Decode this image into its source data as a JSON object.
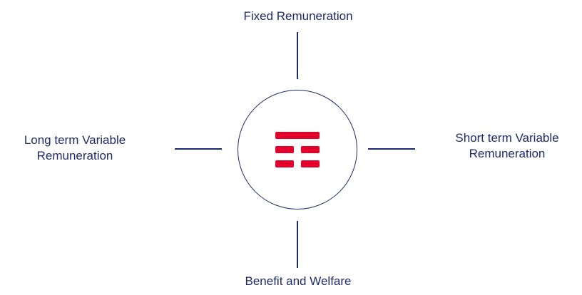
{
  "diagram": {
    "top_label": "Fixed Remuneration",
    "bottom_label": "Benefit and Welfare",
    "left_label_line1": "Long term Variable",
    "left_label_line2": "Remuneration",
    "right_label_line1": "Short term Variable",
    "right_label_line2": "Remuneration",
    "hub_logo": "brand-logo-icon"
  },
  "colors": {
    "text": "#1f2a6b",
    "lines": "#1f2a6b",
    "logo": "#e4002b"
  }
}
